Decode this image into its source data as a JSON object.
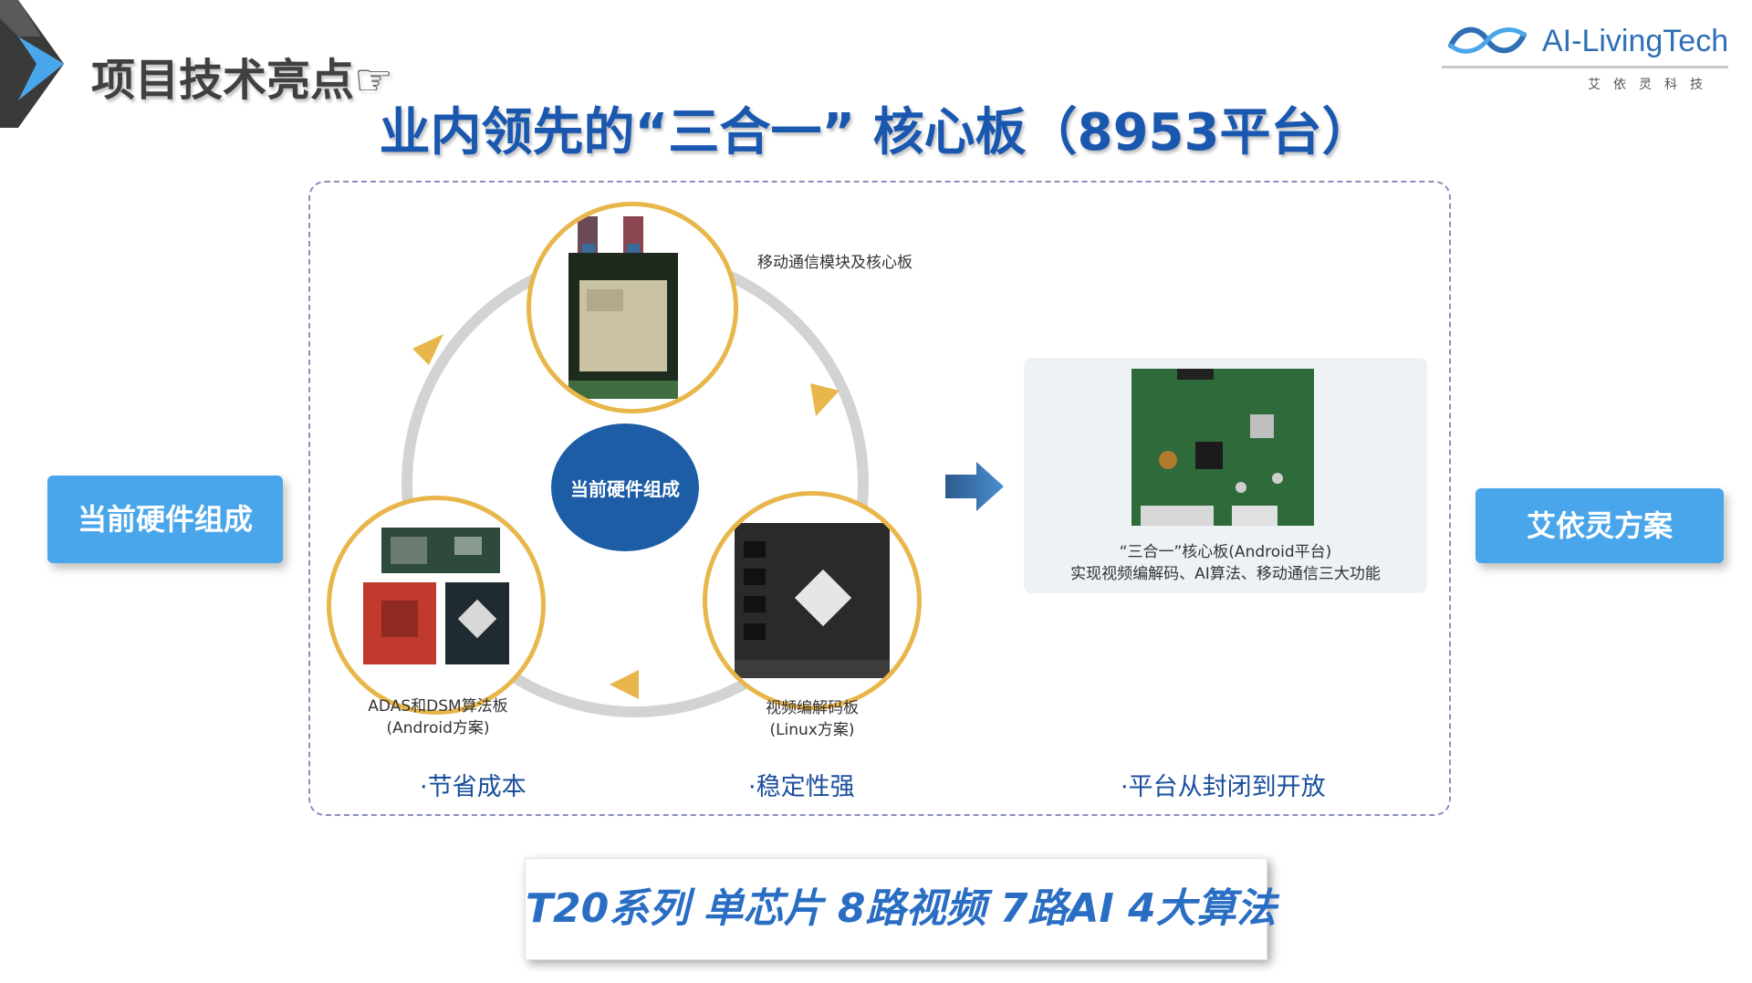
{
  "header": {
    "title": "项目技术亮点☞",
    "logo_text": "AI-LivingTech",
    "logo_subtitle": "艾依灵科技"
  },
  "main_title": "业内领先的“三合一” 核心板（8953平台）",
  "side": {
    "left_label": "当前硬件组成",
    "right_label": "艾依灵方案"
  },
  "cycle": {
    "center_label": "当前硬件组成",
    "top_caption": "移动通信模块及核心板",
    "left_caption_line1": "ADAS和DSM算法板",
    "left_caption_line2": "(Android方案)",
    "right_caption_line1": "视频编解码板",
    "right_caption_line2": "(Linux方案)"
  },
  "board": {
    "caption_line1": "“三合一”核心板(Android平台)",
    "caption_line2": "实现视频编解码、AI算法、移动通信三大功能"
  },
  "bullets": [
    "·节省成本",
    "·稳定性强",
    "·平台从封闭到开放"
  ],
  "banner": "T20系列 单芯片 8路视频 7路AI 4大算法",
  "colors": {
    "title_blue": "#1a58b0",
    "button_blue": "#4aa6ea",
    "ring_gold": "#e8b64a",
    "center_navy": "#1c5da6"
  }
}
